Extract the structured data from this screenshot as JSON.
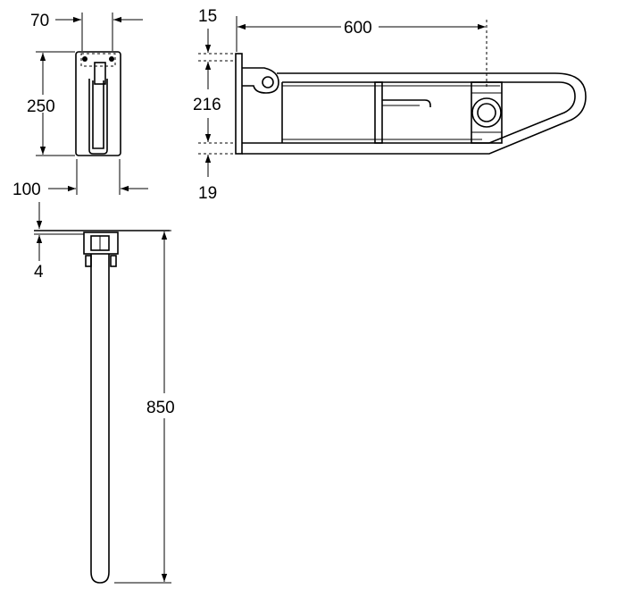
{
  "dimensions": {
    "width_70": "70",
    "height_250": "250",
    "depth_100": "100",
    "gap_4": "4",
    "length_850": "850",
    "top_15": "15",
    "length_600": "600",
    "height_216": "216",
    "bottom_19": "19"
  },
  "colors": {
    "line": "#000000",
    "background": "#ffffff"
  }
}
